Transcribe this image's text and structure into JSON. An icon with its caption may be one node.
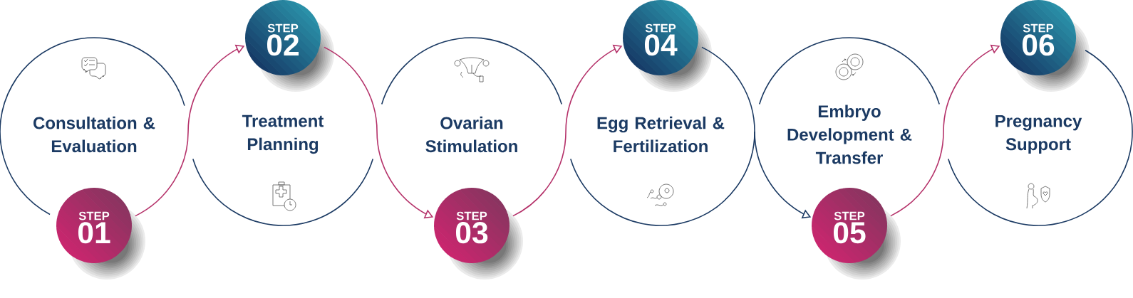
{
  "diagram": {
    "nodes": [
      {
        "text": [
          "Consultation & Evaluation"
        ]
      },
      {
        "text": [
          "STEP",
          "01"
        ]
      },
      {
        "text": [
          "Treatment Planning"
        ]
      },
      {
        "text": [
          "STEP",
          "02"
        ]
      },
      {
        "text": [
          "Ovarian Stimulation"
        ]
      },
      {
        "text": [
          "STEP",
          "03"
        ]
      },
      {
        "text": [
          "Egg Retrieval & Fertilization"
        ]
      },
      {
        "text": [
          "STEP",
          "04"
        ]
      },
      {
        "text": [
          "Embryo Development & Transfer"
        ]
      },
      {
        "text": [
          "STEP",
          "05"
        ]
      },
      {
        "text": [
          "Pregnancy Support"
        ]
      },
      {
        "text": [
          "STEP",
          "06"
        ]
      }
    ],
    "edges": [
      {
        "from": 1,
        "to": 3,
        "arrow": "to"
      },
      {
        "from": 3,
        "to": 5,
        "arrow": "to"
      },
      {
        "from": 5,
        "to": 7,
        "arrow": "to"
      },
      {
        "from": 7,
        "to": 9,
        "arrow": "to",
        "color": "#1b3a63"
      },
      {
        "from": 9,
        "to": 11,
        "arrow": "to"
      }
    ]
  }
}
